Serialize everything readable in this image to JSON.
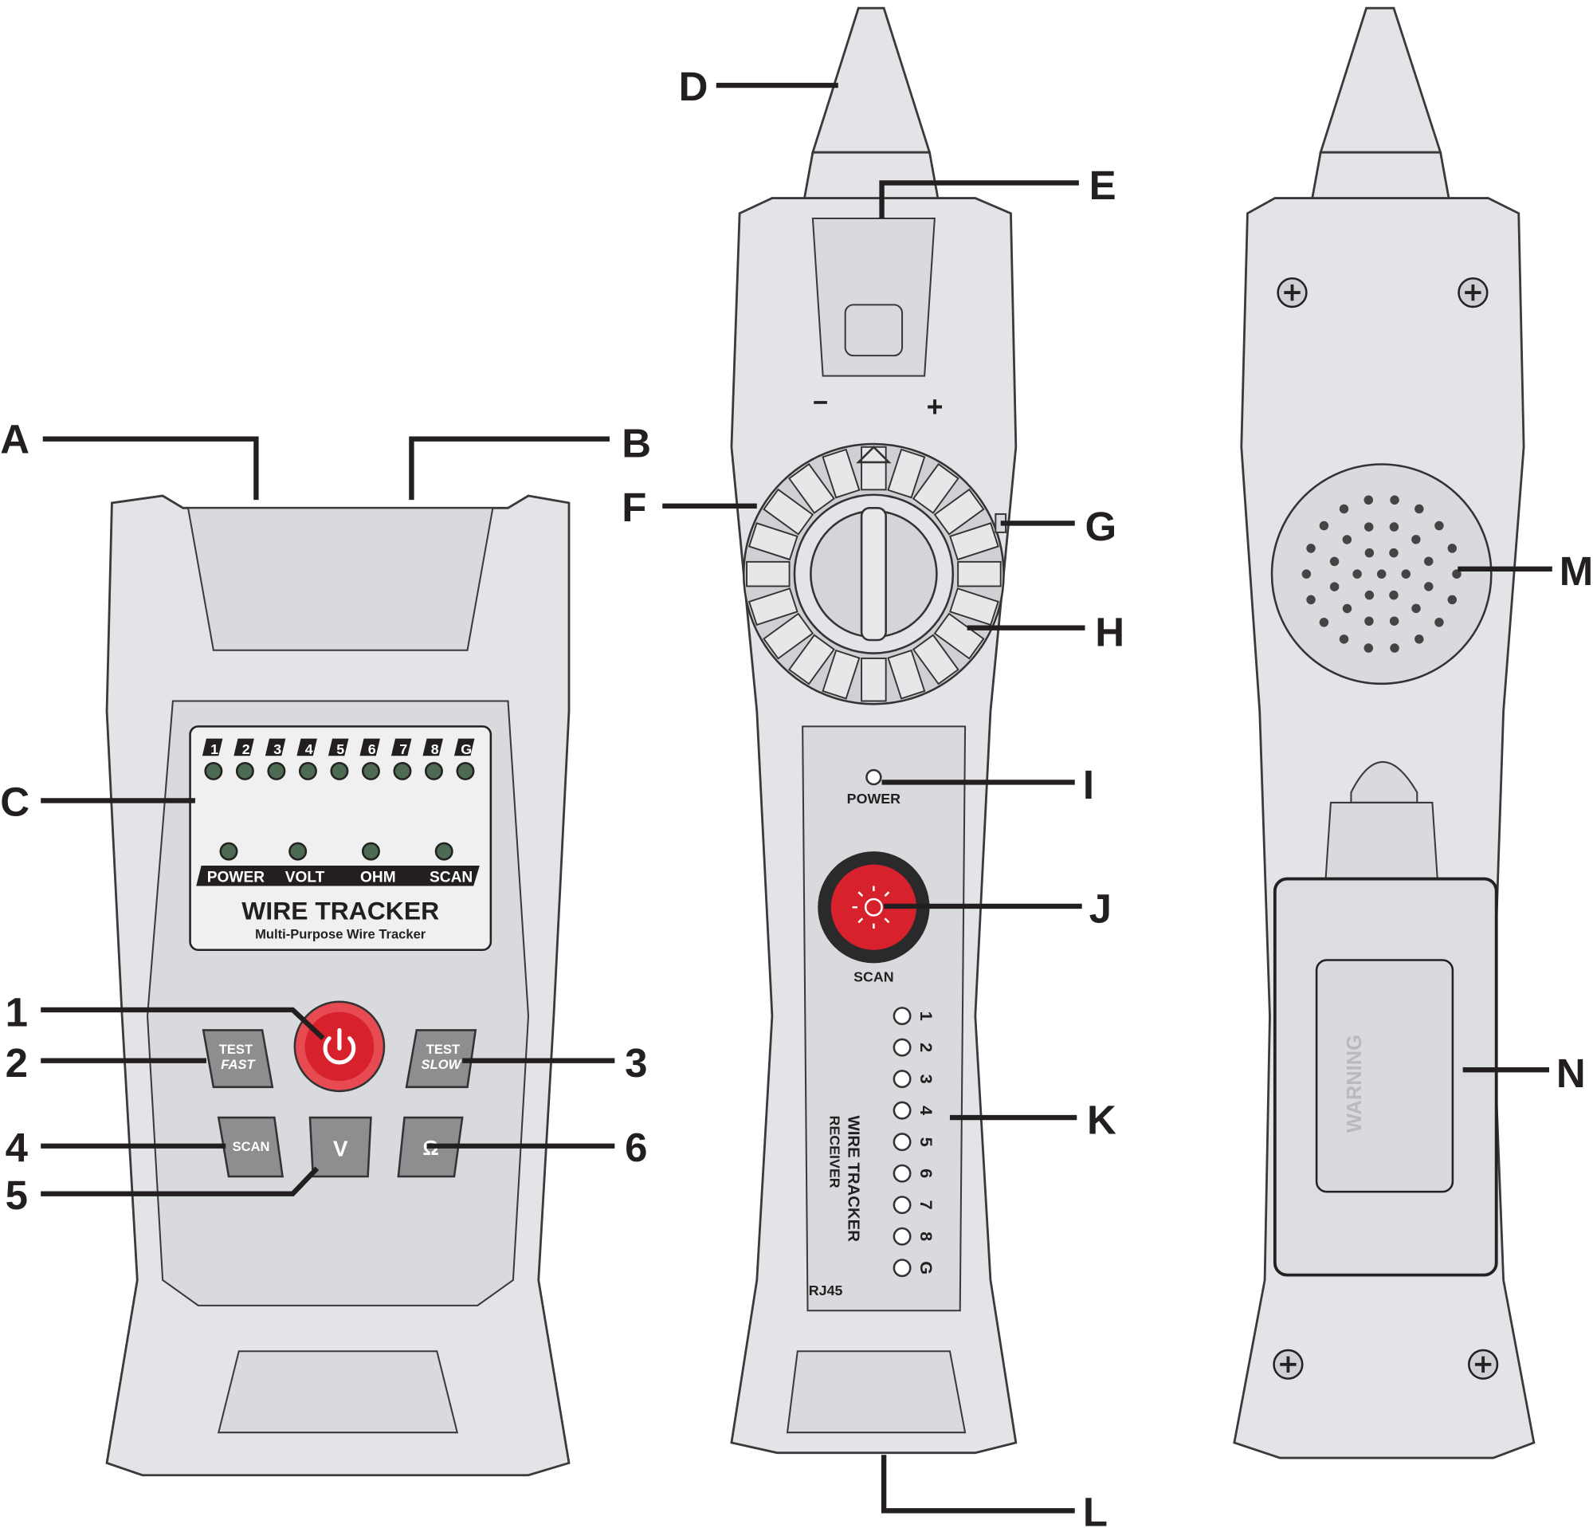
{
  "callouts": {
    "A": "A",
    "B": "B",
    "C": "C",
    "D": "D",
    "E": "E",
    "F": "F",
    "G": "G",
    "H": "H",
    "I": "I",
    "J": "J",
    "K": "K",
    "L": "L",
    "M": "M",
    "N": "N",
    "n1": "1",
    "n2": "2",
    "n3": "3",
    "n4": "4",
    "n5": "5",
    "n6": "6"
  },
  "transmitter": {
    "pin_labels": [
      "1",
      "2",
      "3",
      "4",
      "5",
      "6",
      "7",
      "8",
      "G"
    ],
    "mode_labels": [
      "POWER",
      "VOLT",
      "OHM",
      "SCAN"
    ],
    "title": "WIRE TRACKER",
    "subtitle": "Multi-Purpose Wire Tracker",
    "test_fast": [
      "TEST",
      "FAST"
    ],
    "test_slow": [
      "TEST",
      "SLOW"
    ],
    "scan_button": "SCAN",
    "volt_button": "V",
    "ohm_button": "Ω",
    "power_icon": "power-icon",
    "accent": "#d7212d",
    "led_color": "#4c6b52"
  },
  "receiver": {
    "dial_minus": "−",
    "dial_plus": "+",
    "power_label": "POWER",
    "scan_label": "SCAN",
    "pin_labels": [
      "1",
      "2",
      "3",
      "4",
      "5",
      "6",
      "7",
      "8",
      "G"
    ],
    "side_title": "WIRE TRACKER",
    "side_subtitle": "RECEIVER",
    "port_label": "RJ45"
  },
  "back": {
    "warning_title": "WARNING"
  }
}
